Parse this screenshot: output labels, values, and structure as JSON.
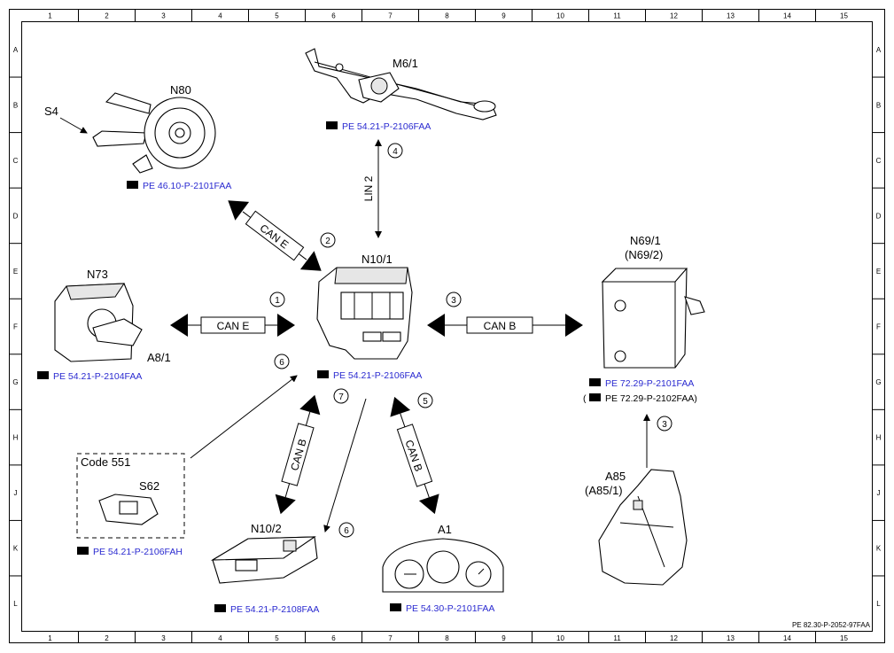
{
  "grid": {
    "columns": [
      "1",
      "2",
      "3",
      "4",
      "5",
      "6",
      "7",
      "8",
      "9",
      "10",
      "11",
      "12",
      "13",
      "14",
      "15"
    ],
    "rows": [
      "A",
      "B",
      "C",
      "D",
      "E",
      "F",
      "G",
      "H",
      "J",
      "K",
      "L"
    ]
  },
  "components": {
    "m6_1": {
      "label": "M6/1",
      "ref": "PE 54.21-P-2106FAA"
    },
    "n80": {
      "label": "N80",
      "sub_label": "S4",
      "ref": "PE 46.10-P-2101FAA"
    },
    "n10_1": {
      "label": "N10/1",
      "ref": "PE 54.21-P-2106FAA"
    },
    "n73": {
      "label": "N73",
      "sub_label": "A8/1",
      "ref": "PE 54.21-P-2104FAA"
    },
    "n69_1": {
      "label": "N69/1",
      "label2": "(N69/2)",
      "ref": "PE 72.29-P-2101FAA",
      "ref2_prefix": "(",
      "ref2": "PE 72.29-P-2102FAA)"
    },
    "s62": {
      "code_label": "Code 551",
      "label": "S62",
      "ref": "PE 54.21-P-2106FAH"
    },
    "n10_2": {
      "label": "N10/2",
      "ref": "PE 54.21-P-2108FAA"
    },
    "a1": {
      "label": "A1",
      "ref": "PE 54.30-P-2101FAA"
    },
    "a85": {
      "label": "A85",
      "label2": "(A85/1)"
    }
  },
  "connections": {
    "c1": {
      "number": "1",
      "bus": "CAN E"
    },
    "c2": {
      "number": "2",
      "bus": "CAN E"
    },
    "c3": {
      "number": "3",
      "bus": "CAN B"
    },
    "c3b": {
      "number": "3"
    },
    "c4": {
      "number": "4",
      "bus": "LIN 2"
    },
    "c5": {
      "number": "5",
      "bus": "CAN B"
    },
    "c6": {
      "number": "6"
    },
    "c6b": {
      "number": "6"
    },
    "c7": {
      "number": "7",
      "bus": "CAN B"
    }
  },
  "doc_id": "PE 82.30-P-2052-97FAA",
  "colors": {
    "ref_link": "#2a2ad0",
    "line": "#000000"
  }
}
